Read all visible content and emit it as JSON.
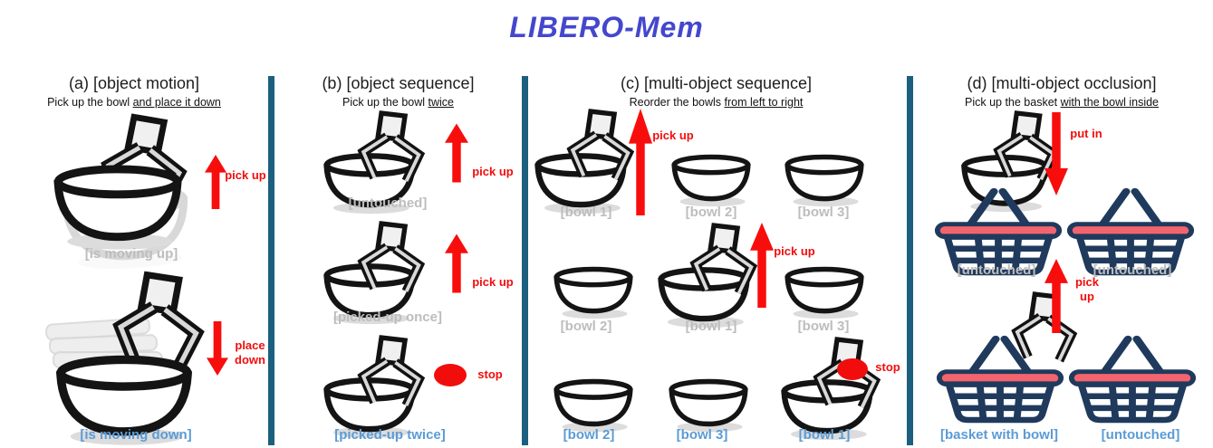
{
  "title": "LIBERO-Mem",
  "panel_a": {
    "heading": "(a) [object motion]",
    "task_prefix": "Pick up the bowl ",
    "task_underlined": "and place it down",
    "fig1_arrow_label": "pick up",
    "fig1_caption": "[is moving up]",
    "fig2_arrow_label": "place down",
    "fig2_caption": "[is moving down]"
  },
  "panel_b": {
    "heading": "(b) [object sequence]",
    "task_prefix": "Pick up the bowl ",
    "task_underlined": "twice",
    "row1": {
      "arrow_label": "pick up",
      "caption": "[untouched]"
    },
    "row2": {
      "arrow_label": "pick up",
      "caption": "[picked-up once]"
    },
    "row3": {
      "stop_label": "stop",
      "caption": "[picked-up twice]"
    }
  },
  "panel_c": {
    "heading": "(c) [multi-object sequence]",
    "task_prefix": "Reorder the bowls ",
    "task_underlined": "from left to right",
    "row1": {
      "arrow_label": "pick up",
      "captions": [
        "[bowl 1]",
        "[bowl 2]",
        "[bowl 3]"
      ]
    },
    "row2": {
      "arrow_label": "pick up",
      "captions": [
        "[bowl 2]",
        "[bowl 1]",
        "[bowl 3]"
      ]
    },
    "row3": {
      "stop_label": "stop",
      "captions": [
        "[bowl 2]",
        "[bowl 3]",
        "[bowl 1]"
      ]
    }
  },
  "panel_d": {
    "heading": "(d) [multi-object occlusion]",
    "task_prefix": "Pick up the basket ",
    "task_underlined": "with the bowl inside",
    "put_in_label": "put in",
    "pick_up_label": "pick up",
    "row1_captions": [
      "[untouched]",
      "[untouched]"
    ],
    "row2_captions": [
      "[basket with bowl]",
      "[untouched]"
    ]
  },
  "colors": {
    "title_blue": "#4447CD",
    "action_red": "#F20D0D",
    "caption_gray": "#BDBDBD",
    "caption_blue": "#5B9BD5",
    "divider_teal": "#1C5F7E",
    "basket_navy": "#1F3A5C",
    "basket_rim_red": "#F4646E"
  }
}
